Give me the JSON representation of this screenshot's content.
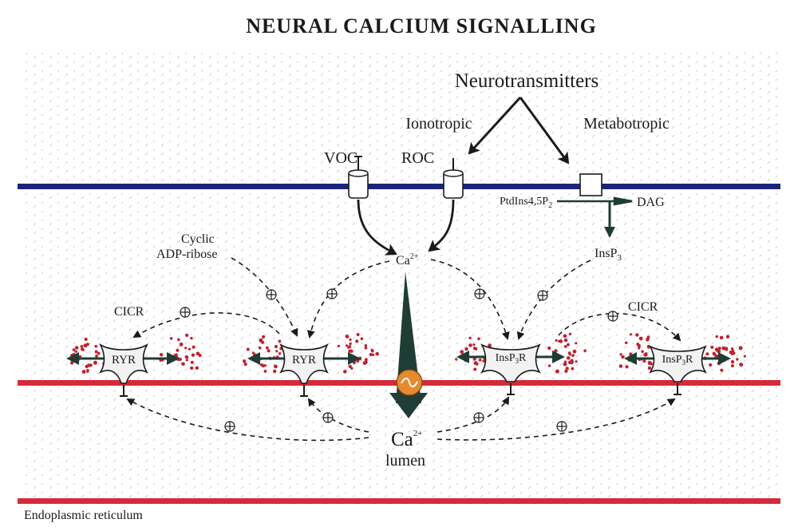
{
  "title": "NEURAL CALCIUM SIGNALLING",
  "labels": {
    "neurotransmitters": "Neurotransmitters",
    "ionotropic": "Ionotropic",
    "metabotropic": "Metabotropic",
    "voc": "VOC",
    "roc": "ROC",
    "ptdins": "PtdIns4,5P",
    "ptdins_sub": "2",
    "dag": "DAG",
    "cyclic": "Cyclic",
    "adp_ribose": "ADP-ribose",
    "ca_top": "Ca",
    "ca_top_sup": "2+",
    "insp3": "InsP",
    "insp3_sub": "3",
    "cicr_left": "CICR",
    "cicr_right": "CICR",
    "ryr_1": "RYR",
    "ryr_2": "RYR",
    "insp3r_1": "InsP",
    "insp3r_1_sub": "3",
    "insp3r_1_tail": "R",
    "insp3r_2": "InsP",
    "insp3r_2_sub": "3",
    "insp3r_2_tail": "R",
    "ca_lumen": "Ca",
    "ca_lumen_sup": "2+",
    "lumen": "lumen",
    "er": "Endoplasmic reticulum"
  },
  "colors": {
    "plasma_membrane": "#1e237a",
    "er_membrane": "#d42a3a",
    "dots": "#c0222f",
    "arrow_dark": "#1f3d34",
    "pump_fill": "#e58a2e"
  }
}
